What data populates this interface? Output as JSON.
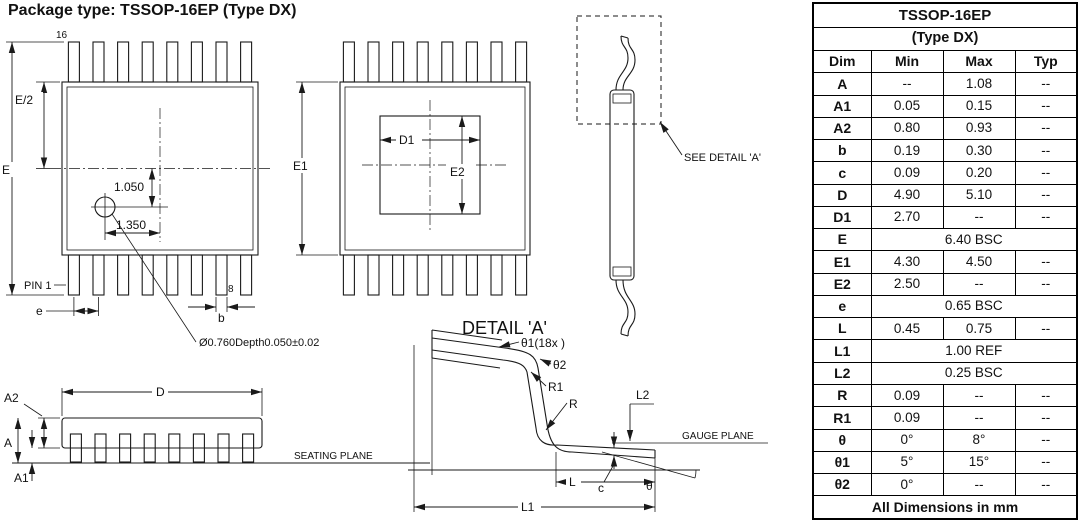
{
  "title": "Package type: TSSOP-16EP (Type DX)",
  "table": {
    "title_line1": "TSSOP-16EP",
    "title_line2": "(Type DX)",
    "headers": {
      "dim": "Dim",
      "min": "Min",
      "max": "Max",
      "typ": "Typ"
    },
    "rows": [
      {
        "dim": "A",
        "min": "--",
        "max": "1.08",
        "typ": "--"
      },
      {
        "dim": "A1",
        "min": "0.05",
        "max": "0.15",
        "typ": "--"
      },
      {
        "dim": "A2",
        "min": "0.80",
        "max": "0.93",
        "typ": "--"
      },
      {
        "dim": "b",
        "min": "0.19",
        "max": "0.30",
        "typ": "--"
      },
      {
        "dim": "c",
        "min": "0.09",
        "max": "0.20",
        "typ": "--"
      },
      {
        "dim": "D",
        "min": "4.90",
        "max": "5.10",
        "typ": "--"
      },
      {
        "dim": "D1",
        "min": "2.70",
        "max": "--",
        "typ": "--"
      },
      {
        "dim": "E",
        "value": "6.40 BSC"
      },
      {
        "dim": "E1",
        "min": "4.30",
        "max": "4.50",
        "typ": "--"
      },
      {
        "dim": "E2",
        "min": "2.50",
        "max": "--",
        "typ": "--"
      },
      {
        "dim": "e",
        "value": "0.65 BSC"
      },
      {
        "dim": "L",
        "min": "0.45",
        "max": "0.75",
        "typ": "--"
      },
      {
        "dim": "L1",
        "value": "1.00  REF"
      },
      {
        "dim": "L2",
        "value": "0.25 BSC"
      },
      {
        "dim": "R",
        "min": "0.09",
        "max": "--",
        "typ": "--"
      },
      {
        "dim": "R1",
        "min": "0.09",
        "max": "--",
        "typ": "--"
      },
      {
        "dim": "θ",
        "min": "0°",
        "max": "8°",
        "typ": "--"
      },
      {
        "dim": "θ1",
        "min": "5°",
        "max": "15°",
        "typ": "--"
      },
      {
        "dim": "θ2",
        "min": "0°",
        "max": "--",
        "typ": "--"
      }
    ],
    "footer": "All Dimensions in mm"
  },
  "labels": {
    "top_view": {
      "pin16": "16",
      "pin8": "8",
      "pin1": "PIN 1",
      "e_half": "E/2",
      "e_overall": "E",
      "hole_y": "1.050",
      "hole_x": "1.350",
      "pitch": "e",
      "lead_width": "b",
      "hole_note": "Ø0.760Depth0.050±0.02"
    },
    "pad_view": {
      "d1": "D1",
      "e1": "E1",
      "e2": "E2"
    },
    "side_view": {
      "see_detail": "SEE DETAIL 'A'"
    },
    "profile_view": {
      "a2": "A2",
      "d": "D",
      "a": "A",
      "a1": "A1",
      "seating_plane": "SEATING PLANE"
    },
    "detail_a": {
      "title": "DETAIL 'A'",
      "theta1": "θ1(18x )",
      "theta2": "θ2",
      "r1": "R1",
      "r": "R",
      "l2": "L2",
      "gauge_plane": "GAUGE PLANE",
      "l": "L",
      "c": "c",
      "theta": "θ",
      "l1": "L1"
    }
  }
}
